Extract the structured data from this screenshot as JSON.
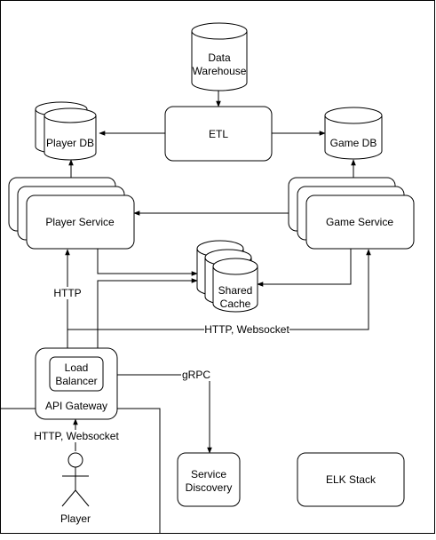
{
  "nodes": {
    "data_warehouse": {
      "line1": "Data",
      "line2": "Warehouse"
    },
    "etl": {
      "label": "ETL"
    },
    "player_db": {
      "label": "Player DB"
    },
    "game_db": {
      "label": "Game DB"
    },
    "player_service": {
      "label": "Player Service"
    },
    "game_service": {
      "label": "Game Service"
    },
    "shared_cache": {
      "line1": "Shared",
      "line2": "Cache"
    },
    "load_balancer": {
      "line1": "Load",
      "line2": "Balancer"
    },
    "api_gateway": {
      "label": "API Gateway"
    },
    "service_discovery": {
      "line1": "Service",
      "line2": "Discovery"
    },
    "elk_stack": {
      "label": "ELK Stack"
    },
    "player": {
      "label": "Player"
    }
  },
  "edge_labels": {
    "http": "HTTP",
    "http_websocket_game": "HTTP, Websocket",
    "grpc": "gRPC",
    "http_websocket_player": "HTTP, Websocket"
  },
  "colors": {
    "stroke": "#000000",
    "fill": "#ffffff"
  }
}
